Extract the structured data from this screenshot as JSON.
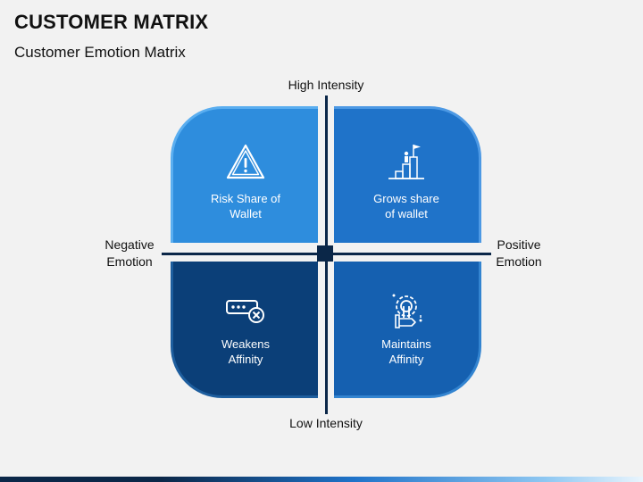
{
  "header": {
    "title": "CUSTOMER MATRIX",
    "subtitle": "Customer Emotion Matrix"
  },
  "axes": {
    "top": "High Intensity",
    "bottom": "Low Intensity",
    "left_line1": "Negative",
    "left_line2": "Emotion",
    "right_line1": "Positive",
    "right_line2": "Emotion"
  },
  "quadrants": [
    {
      "id": "top-left",
      "icon": "warning-triangle-icon",
      "label_line1": "Risk Share of",
      "label_line2": "Wallet",
      "color": "#2e8ddd"
    },
    {
      "id": "top-right",
      "icon": "summit-flag-icon",
      "label_line1": "Grows share",
      "label_line2": "of wallet",
      "color": "#1f73c9"
    },
    {
      "id": "bottom-left",
      "icon": "password-error-icon",
      "label_line1": "Weakens",
      "label_line2": "Affinity",
      "color": "#0b3f78"
    },
    {
      "id": "bottom-right",
      "icon": "gear-maintenance-icon",
      "label_line1": "Maintains",
      "label_line2": "Affinity",
      "color": "#1560b0"
    }
  ],
  "colors": {
    "axis": "#0b2748",
    "background": "#f2f2f2"
  }
}
